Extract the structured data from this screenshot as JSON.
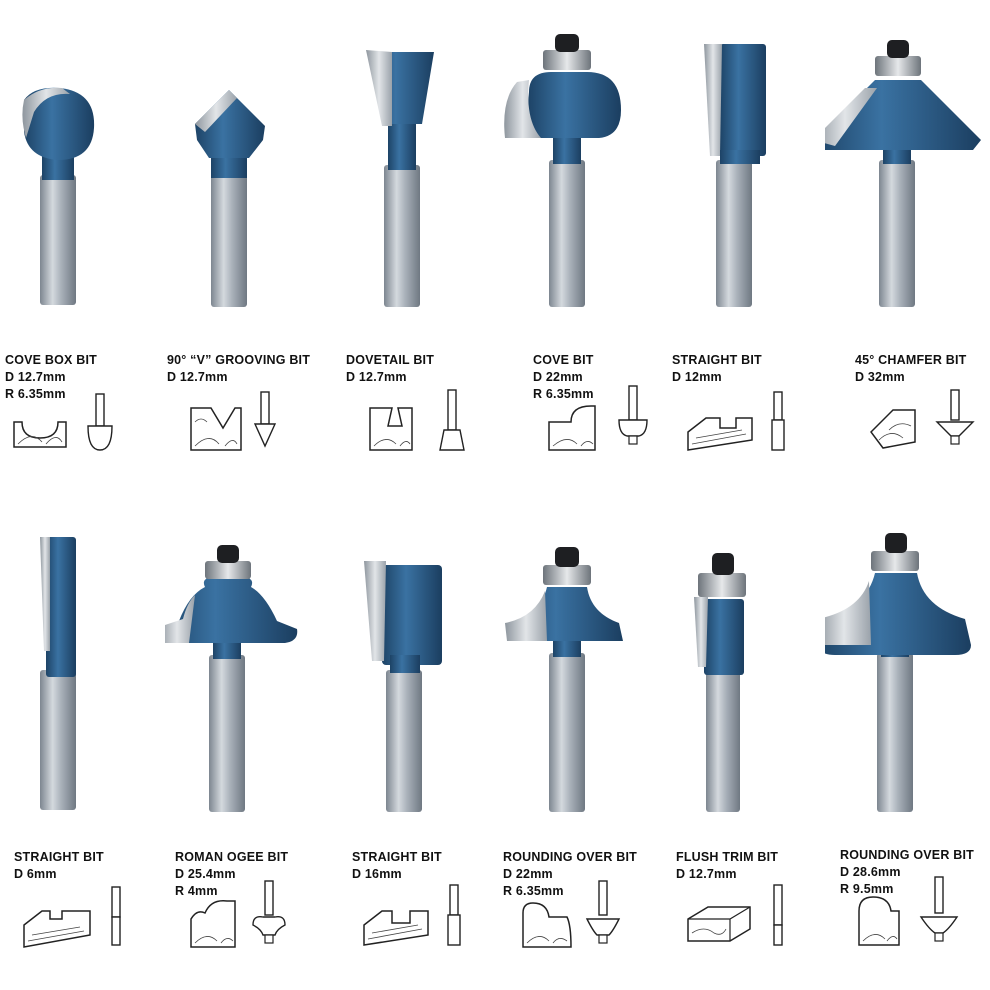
{
  "colors": {
    "blue": "#2e5f8a",
    "blue_dark": "#1d4366",
    "steel": "#9aa3ad",
    "carbide": "#c7ccd1"
  },
  "bits": [
    {
      "id": "cove-box-bit",
      "title": "COVE BOX BIT",
      "specs": [
        "D 12.7mm",
        "R 6.35mm"
      ]
    },
    {
      "id": "v-grooving-bit",
      "title": "90° “V” GROOVING BIT",
      "specs": [
        "D 12.7mm"
      ]
    },
    {
      "id": "dovetail-bit",
      "title": "DOVETAIL BIT",
      "specs": [
        "D 12.7mm"
      ]
    },
    {
      "id": "cove-bit",
      "title": "COVE BIT",
      "specs": [
        "D 22mm",
        "R 6.35mm"
      ]
    },
    {
      "id": "straight-bit-12",
      "title": "STRAIGHT BIT",
      "specs": [
        "D 12mm"
      ]
    },
    {
      "id": "chamfer-bit",
      "title": "45° CHAMFER BIT",
      "specs": [
        "D 32mm"
      ]
    },
    {
      "id": "straight-bit-6",
      "title": "STRAIGHT BIT",
      "specs": [
        "D 6mm"
      ]
    },
    {
      "id": "roman-ogee-bit",
      "title": "ROMAN OGEE BIT",
      "specs": [
        "D 25.4mm",
        "R 4mm"
      ]
    },
    {
      "id": "straight-bit-16",
      "title": "STRAIGHT BIT",
      "specs": [
        "D 16mm"
      ]
    },
    {
      "id": "rounding-over-bit-22",
      "title": "ROUNDING OVER BIT",
      "specs": [
        "D 22mm",
        "R 6.35mm"
      ]
    },
    {
      "id": "flush-trim-bit",
      "title": "FLUSH TRIM BIT",
      "specs": [
        "D 12.7mm"
      ]
    },
    {
      "id": "rounding-over-bit-28",
      "title": "ROUNDING OVER BIT",
      "specs": [
        "D 28.6mm",
        "R 9.5mm"
      ]
    }
  ]
}
